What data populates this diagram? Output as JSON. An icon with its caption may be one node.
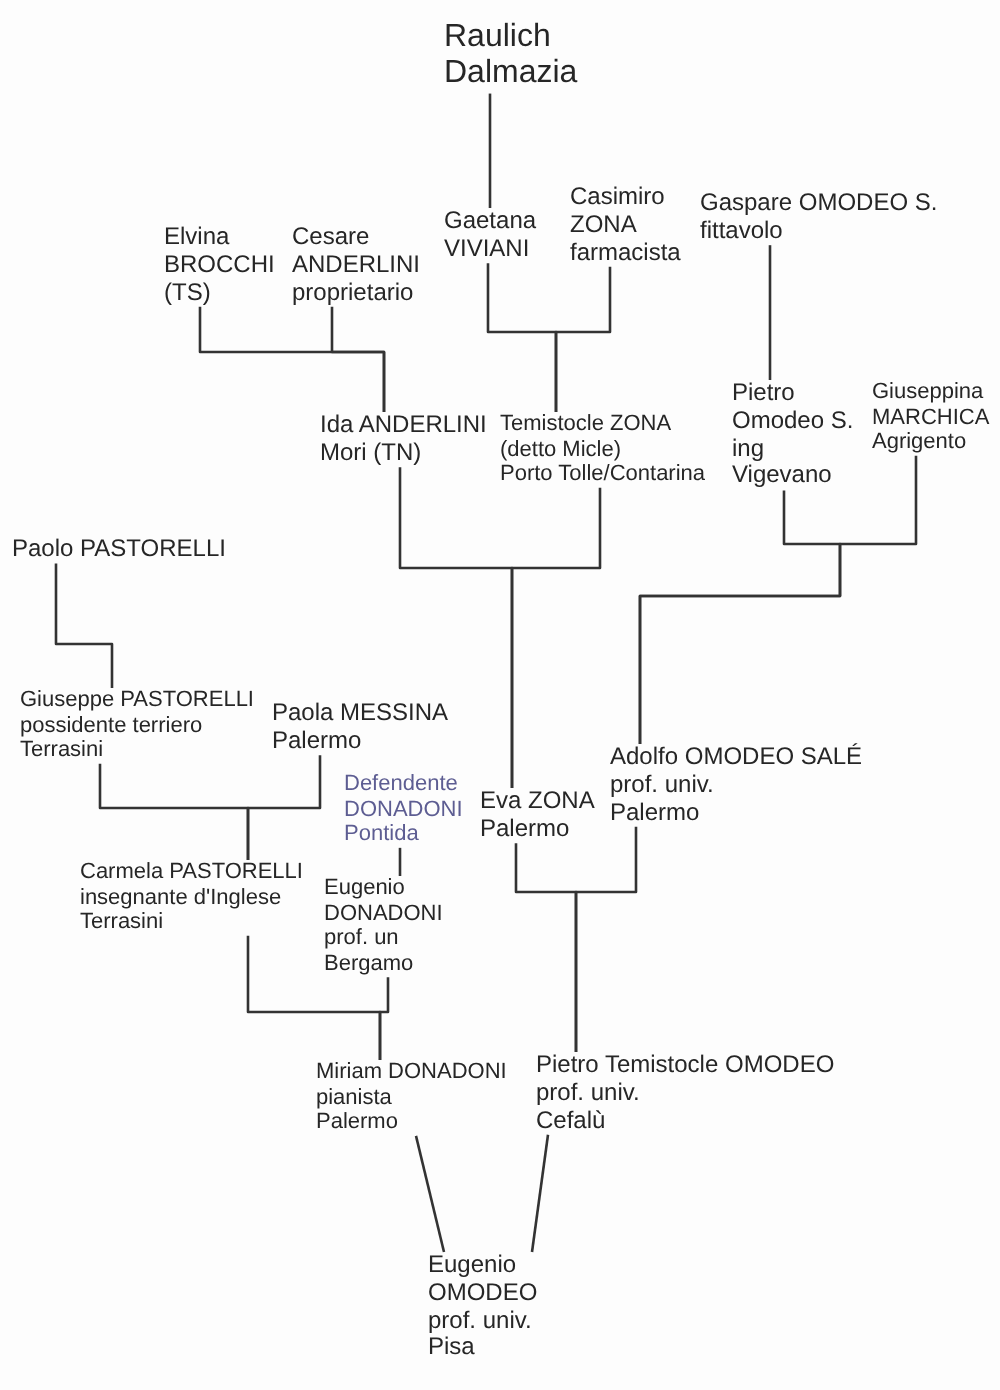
{
  "diagram": {
    "nodes": [
      {
        "text": [
          "Raulich",
          "Dalmazia"
        ]
      },
      {
        "text": [
          "Elvina BROCCHI",
          "(TS)"
        ]
      },
      {
        "text": [
          "Cesare ANDERLINI",
          "proprietario"
        ]
      },
      {
        "text": [
          "Gaetana VIVIANI"
        ]
      },
      {
        "text": [
          "Casimiro ZONA",
          "farmacista"
        ]
      },
      {
        "text": [
          "Gaspare OMODEO S.",
          "fittavolo"
        ]
      },
      {
        "text": [
          "Ida ANDERLINI",
          "Mori (TN)"
        ]
      },
      {
        "text": [
          "Temistocle ZONA (detto Micle)",
          "Porto Tolle/Contarina"
        ]
      },
      {
        "text": [
          "Pietro Omodeo S.",
          "ing Vigevano"
        ]
      },
      {
        "text": [
          "Giuseppina MARCHICA",
          "Agrigento"
        ]
      },
      {
        "text": [
          "Paolo PASTORELLI"
        ]
      },
      {
        "text": [
          "Giuseppe PASTORELLI",
          "possidente terriero Terrasini"
        ]
      },
      {
        "text": [
          "Paola MESSINA",
          "Palermo"
        ]
      },
      {
        "text": [
          "Defendente DONADONI",
          "Pontida"
        ]
      },
      {
        "text": [
          "Eva ZONA",
          "Palermo"
        ]
      },
      {
        "text": [
          "Adolfo OMODEO SALÉ",
          "prof. univ. Palermo"
        ]
      },
      {
        "text": [
          "Carmela PASTORELLI",
          "insegnante d'Inglese Terrasini"
        ]
      },
      {
        "text": [
          "Eugenio DONADONI",
          "prof. un Bergamo"
        ]
      },
      {
        "text": [
          "Miriam DONADONI",
          "pianista Palermo"
        ]
      },
      {
        "text": [
          "Pietro Temistocle OMODEO",
          "prof. univ. Cefalù"
        ]
      },
      {
        "text": [
          "Eugenio OMODEO",
          "prof. univ. Pisa"
        ]
      }
    ],
    "edges": [
      {
        "from": 0,
        "to": 3,
        "arrow": "none"
      },
      {
        "from": 1,
        "to": 6,
        "arrow": "none"
      },
      {
        "from": 2,
        "to": 6,
        "arrow": "none"
      },
      {
        "from": 3,
        "to": 7,
        "arrow": "none"
      },
      {
        "from": 4,
        "to": 7,
        "arrow": "none"
      },
      {
        "from": 5,
        "to": 8,
        "arrow": "none"
      },
      {
        "from": 6,
        "to": 14,
        "arrow": "none"
      },
      {
        "from": 7,
        "to": 14,
        "arrow": "none"
      },
      {
        "from": 8,
        "to": 15,
        "arrow": "none"
      },
      {
        "from": 9,
        "to": 15,
        "arrow": "none"
      },
      {
        "from": 10,
        "to": 11,
        "arrow": "none"
      },
      {
        "from": 11,
        "to": 16,
        "arrow": "none"
      },
      {
        "from": 12,
        "to": 16,
        "arrow": "none"
      },
      {
        "from": 13,
        "to": 17,
        "arrow": "none"
      },
      {
        "from": 14,
        "to": 19,
        "arrow": "none"
      },
      {
        "from": 15,
        "to": 19,
        "arrow": "none"
      },
      {
        "from": 16,
        "to": 18,
        "arrow": "none"
      },
      {
        "from": 17,
        "to": 18,
        "arrow": "none"
      },
      {
        "from": 18,
        "to": 20,
        "arrow": "none"
      },
      {
        "from": 19,
        "to": 20,
        "arrow": "none"
      }
    ]
  }
}
